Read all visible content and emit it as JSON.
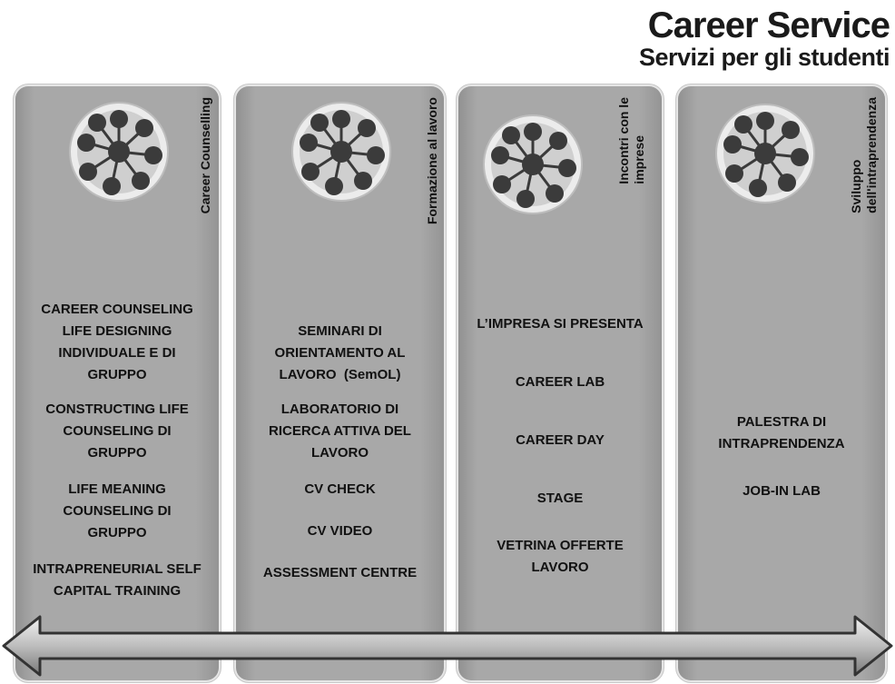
{
  "title": "Career Service",
  "subtitle": "Servizi per gli studenti",
  "columns": [
    {
      "label": "Career Counselling",
      "items": [
        "CAREER COUNSELING\nLIFE DESIGNING\nINDIVIDUALE E DI\nGRUPPO",
        "CONSTRUCTING LIFE\nCOUNSELING DI\nGRUPPO",
        "LIFE MEANING\nCOUNSELING DI\nGRUPPO",
        "INTRAPRENEURIAL SELF\nCAPITAL TRAINING"
      ]
    },
    {
      "label": "Formazione al lavoro",
      "items": [
        "SEMINARI DI\nORIENTAMENTO AL\nLAVORO  (SemOL)",
        "LABORATORIO DI\nRICERCA ATTIVA DEL\nLAVORO",
        "CV CHECK",
        "CV VIDEO",
        "ASSESSMENT CENTRE"
      ]
    },
    {
      "label": "Incontri con le\nimprese",
      "items": [
        "L’IMPRESA SI PRESENTA",
        "CAREER LAB",
        "CAREER DAY",
        "STAGE",
        "VETRINA OFFERTE\nLAVORO"
      ]
    },
    {
      "label": "Sviluppo\ndell'intraprendenza",
      "items": [
        "PALESTRA DI\nINTRAPRENDENZA",
        "JOB-IN LAB"
      ]
    }
  ]
}
